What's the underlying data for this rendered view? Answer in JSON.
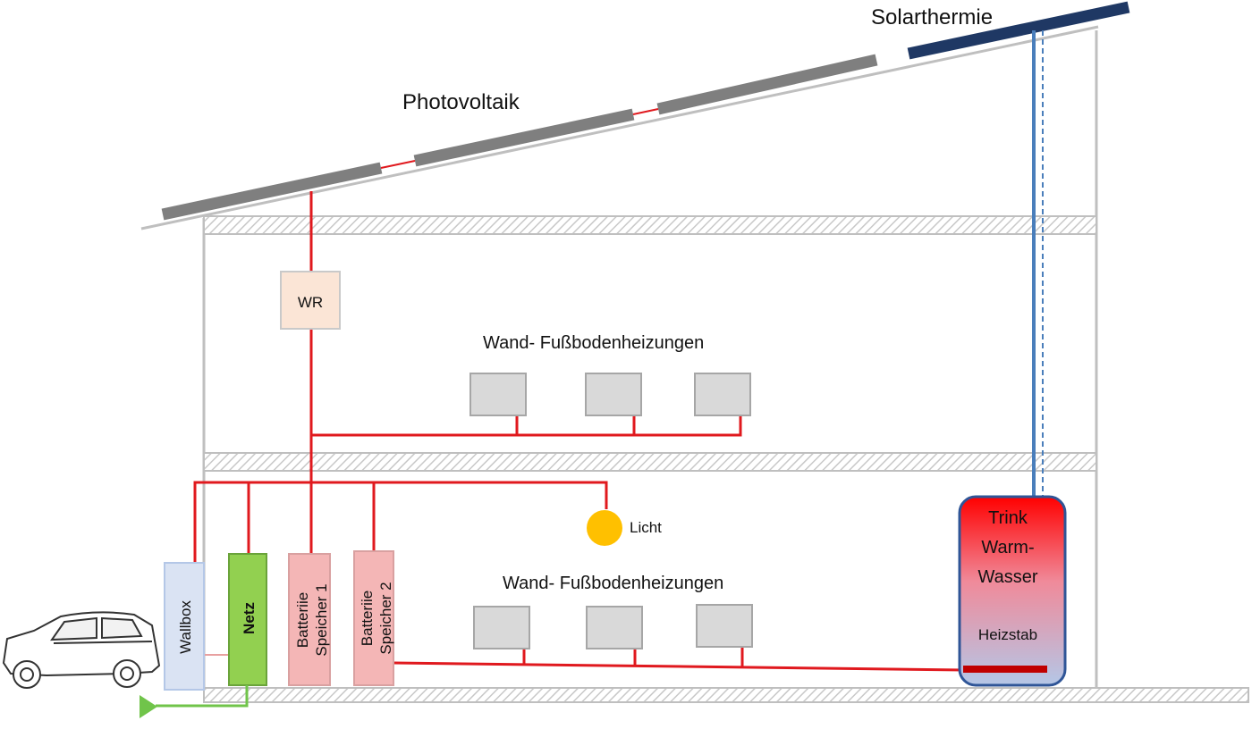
{
  "labels": {
    "photovoltaik": "Photovoltaik",
    "solarthermie": "Solarthermie",
    "wr": "WR",
    "heizung_upper": "Wand- Fußbodenheizungen",
    "heizung_lower": "Wand- Fußbodenheizungen",
    "licht": "Licht",
    "wallbox": "Wallbox",
    "netz": "Netz",
    "batterie1_line1": "Batteriie",
    "batterie1_line2": "Speicher 1",
    "batterie2_line1": "Batteriie",
    "batterie2_line2": "Speicher 2",
    "tank_line1": "Trink",
    "tank_line2": "Warm-",
    "tank_line3": "Wasser",
    "heizstab": "Heizstab"
  },
  "colors": {
    "power_line": "#e0191e",
    "pv_panel": "#7f7f7f",
    "solarthermie_panel": "#1f3864",
    "water_pipe": "#4a7ebb",
    "wall": "#bfbfbf",
    "wr_box": "#fbe5d6",
    "wallbox_box": "#dae3f3",
    "netz_box": "#92d050",
    "battery_box": "#f4b6b6",
    "heater": "#d9d9d9",
    "lamp": "#ffc000",
    "tank_top": "#ff0000",
    "tank_bottom": "#b4c7e7",
    "heizstab_bar": "#c00000",
    "grid_arrow": "#70c44a"
  },
  "icons": {
    "car": "car-icon",
    "lamp": "lamp-icon",
    "grid_feed": "grid-feed-arrow-icon"
  }
}
